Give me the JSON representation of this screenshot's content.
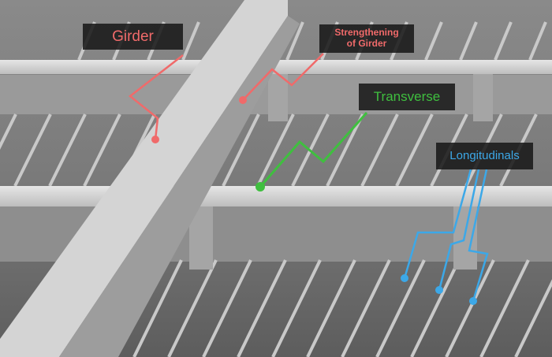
{
  "labels": {
    "girder": {
      "text": "Girder",
      "color": "#f06a6a"
    },
    "strengthening": {
      "line1": "Strengthening",
      "line2": "of Girder",
      "color": "#f06a6a"
    },
    "transverse": {
      "text": "Transverse",
      "color": "#3fbf3f"
    },
    "longitudinals": {
      "text": "Longitudinals",
      "color": "#3ca8e8"
    }
  }
}
